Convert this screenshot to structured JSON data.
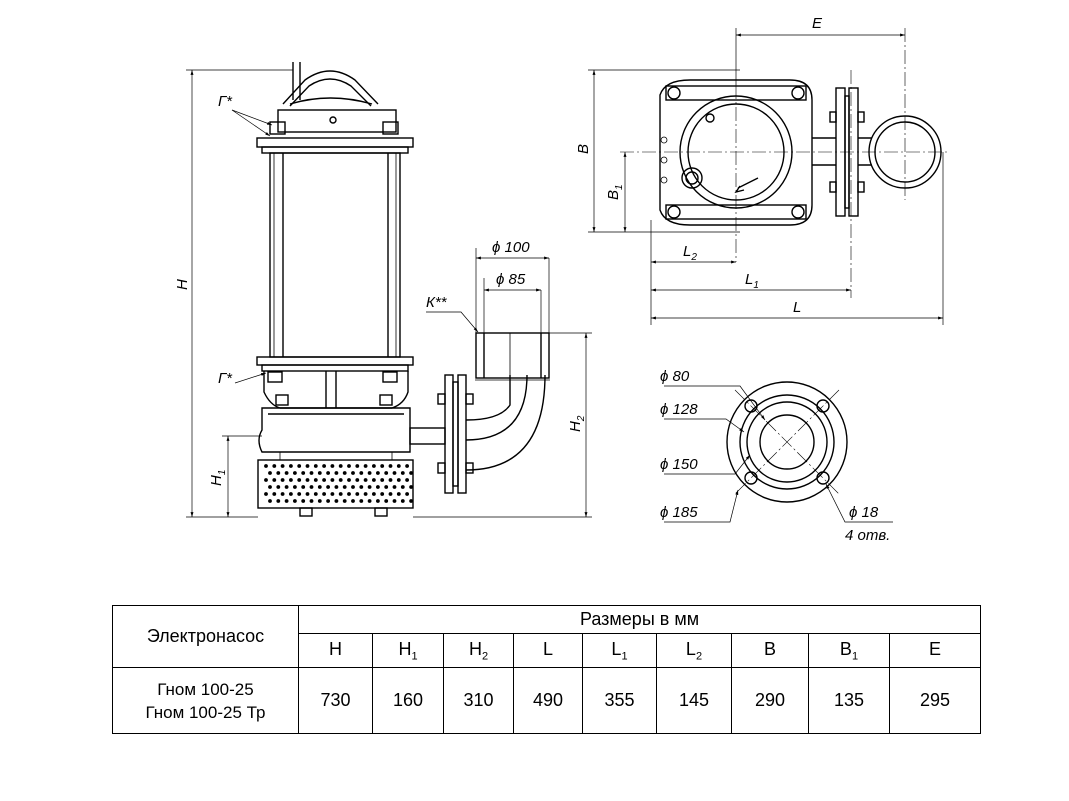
{
  "labels": {
    "G_star": "Г*",
    "K_stars": "К**",
    "H": "H",
    "H1_main": "H",
    "H1_sub": "1",
    "H2_main": "H",
    "H2_sub": "2",
    "E": "E",
    "B": "B",
    "B1_main": "B",
    "B1_sub": "1",
    "L": "L",
    "L1_main": "L",
    "L1_sub": "1",
    "L2_main": "L",
    "L2_sub": "2",
    "d100": "ϕ 100",
    "d85": "ϕ 85",
    "d80": "ϕ 80",
    "d128": "ϕ 128",
    "d150": "ϕ 150",
    "d185": "ϕ 185",
    "d18": "ϕ 18",
    "holes": "4 отв."
  },
  "table": {
    "pump_header": "Электронасос",
    "dims_header": "Размеры в мм",
    "columns": [
      {
        "main": "H",
        "sub": ""
      },
      {
        "main": "H",
        "sub": "1"
      },
      {
        "main": "H",
        "sub": "2"
      },
      {
        "main": "L",
        "sub": ""
      },
      {
        "main": "L",
        "sub": "1"
      },
      {
        "main": "L",
        "sub": "2"
      },
      {
        "main": "B",
        "sub": ""
      },
      {
        "main": "B",
        "sub": "1"
      },
      {
        "main": "E",
        "sub": ""
      }
    ],
    "model_1": "Гном 100-25",
    "model_2": "Гном 100-25 Тр",
    "values": [
      "730",
      "160",
      "310",
      "490",
      "355",
      "145",
      "290",
      "135",
      "295"
    ]
  }
}
